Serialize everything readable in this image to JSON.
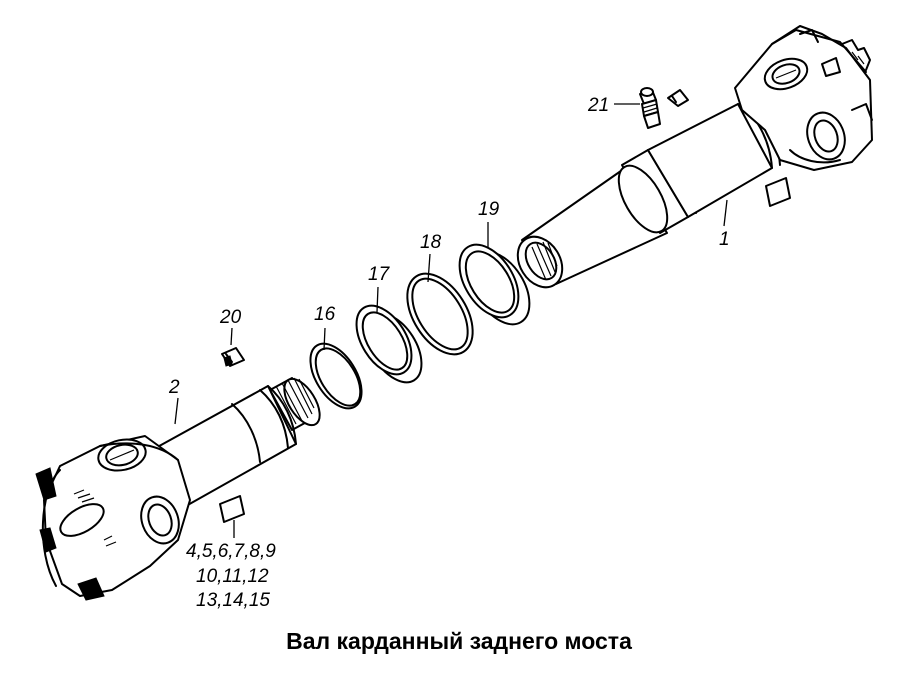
{
  "caption": "Вал карданный заднего моста",
  "callouts": {
    "c1": "1",
    "c2": "2",
    "c16": "16",
    "c17": "17",
    "c18": "18",
    "c19": "19",
    "c20": "20",
    "c21": "21",
    "group_line1": "4,5,6,7,8,9",
    "group_line2": "10,11,12",
    "group_line3": "13,14,15"
  }
}
